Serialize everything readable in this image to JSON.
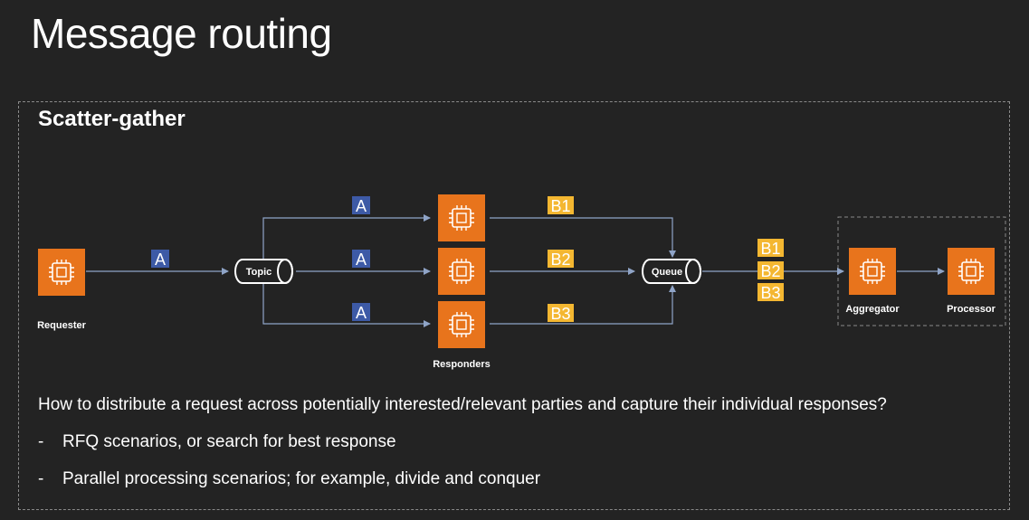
{
  "slide": {
    "title": "Message routing"
  },
  "pattern": {
    "title": "Scatter-gather"
  },
  "nodes": {
    "requester": "Requester",
    "topic": "Topic",
    "responders": "Responders",
    "queue": "Queue",
    "aggregator": "Aggregator",
    "processor": "Processor"
  },
  "messages": {
    "request": "A",
    "fanout": [
      "A",
      "A",
      "A"
    ],
    "responses": [
      "B1",
      "B2",
      "B3"
    ],
    "queued": [
      "B1",
      "B2",
      "B3"
    ]
  },
  "text": {
    "question": "How to distribute a request across potentially interested/relevant parties and capture their individual responses?",
    "bullet_marker": "-",
    "bullets": [
      "RFQ scenarios, or search for best response",
      "Parallel processing scenarios; for example, divide and conquer"
    ]
  },
  "colors": {
    "background": "#232323",
    "compute_icon": "#e8741c",
    "request_tag": "#3d5aa6",
    "response_tag": "#f4b731",
    "connector": "#8fa4c7"
  }
}
